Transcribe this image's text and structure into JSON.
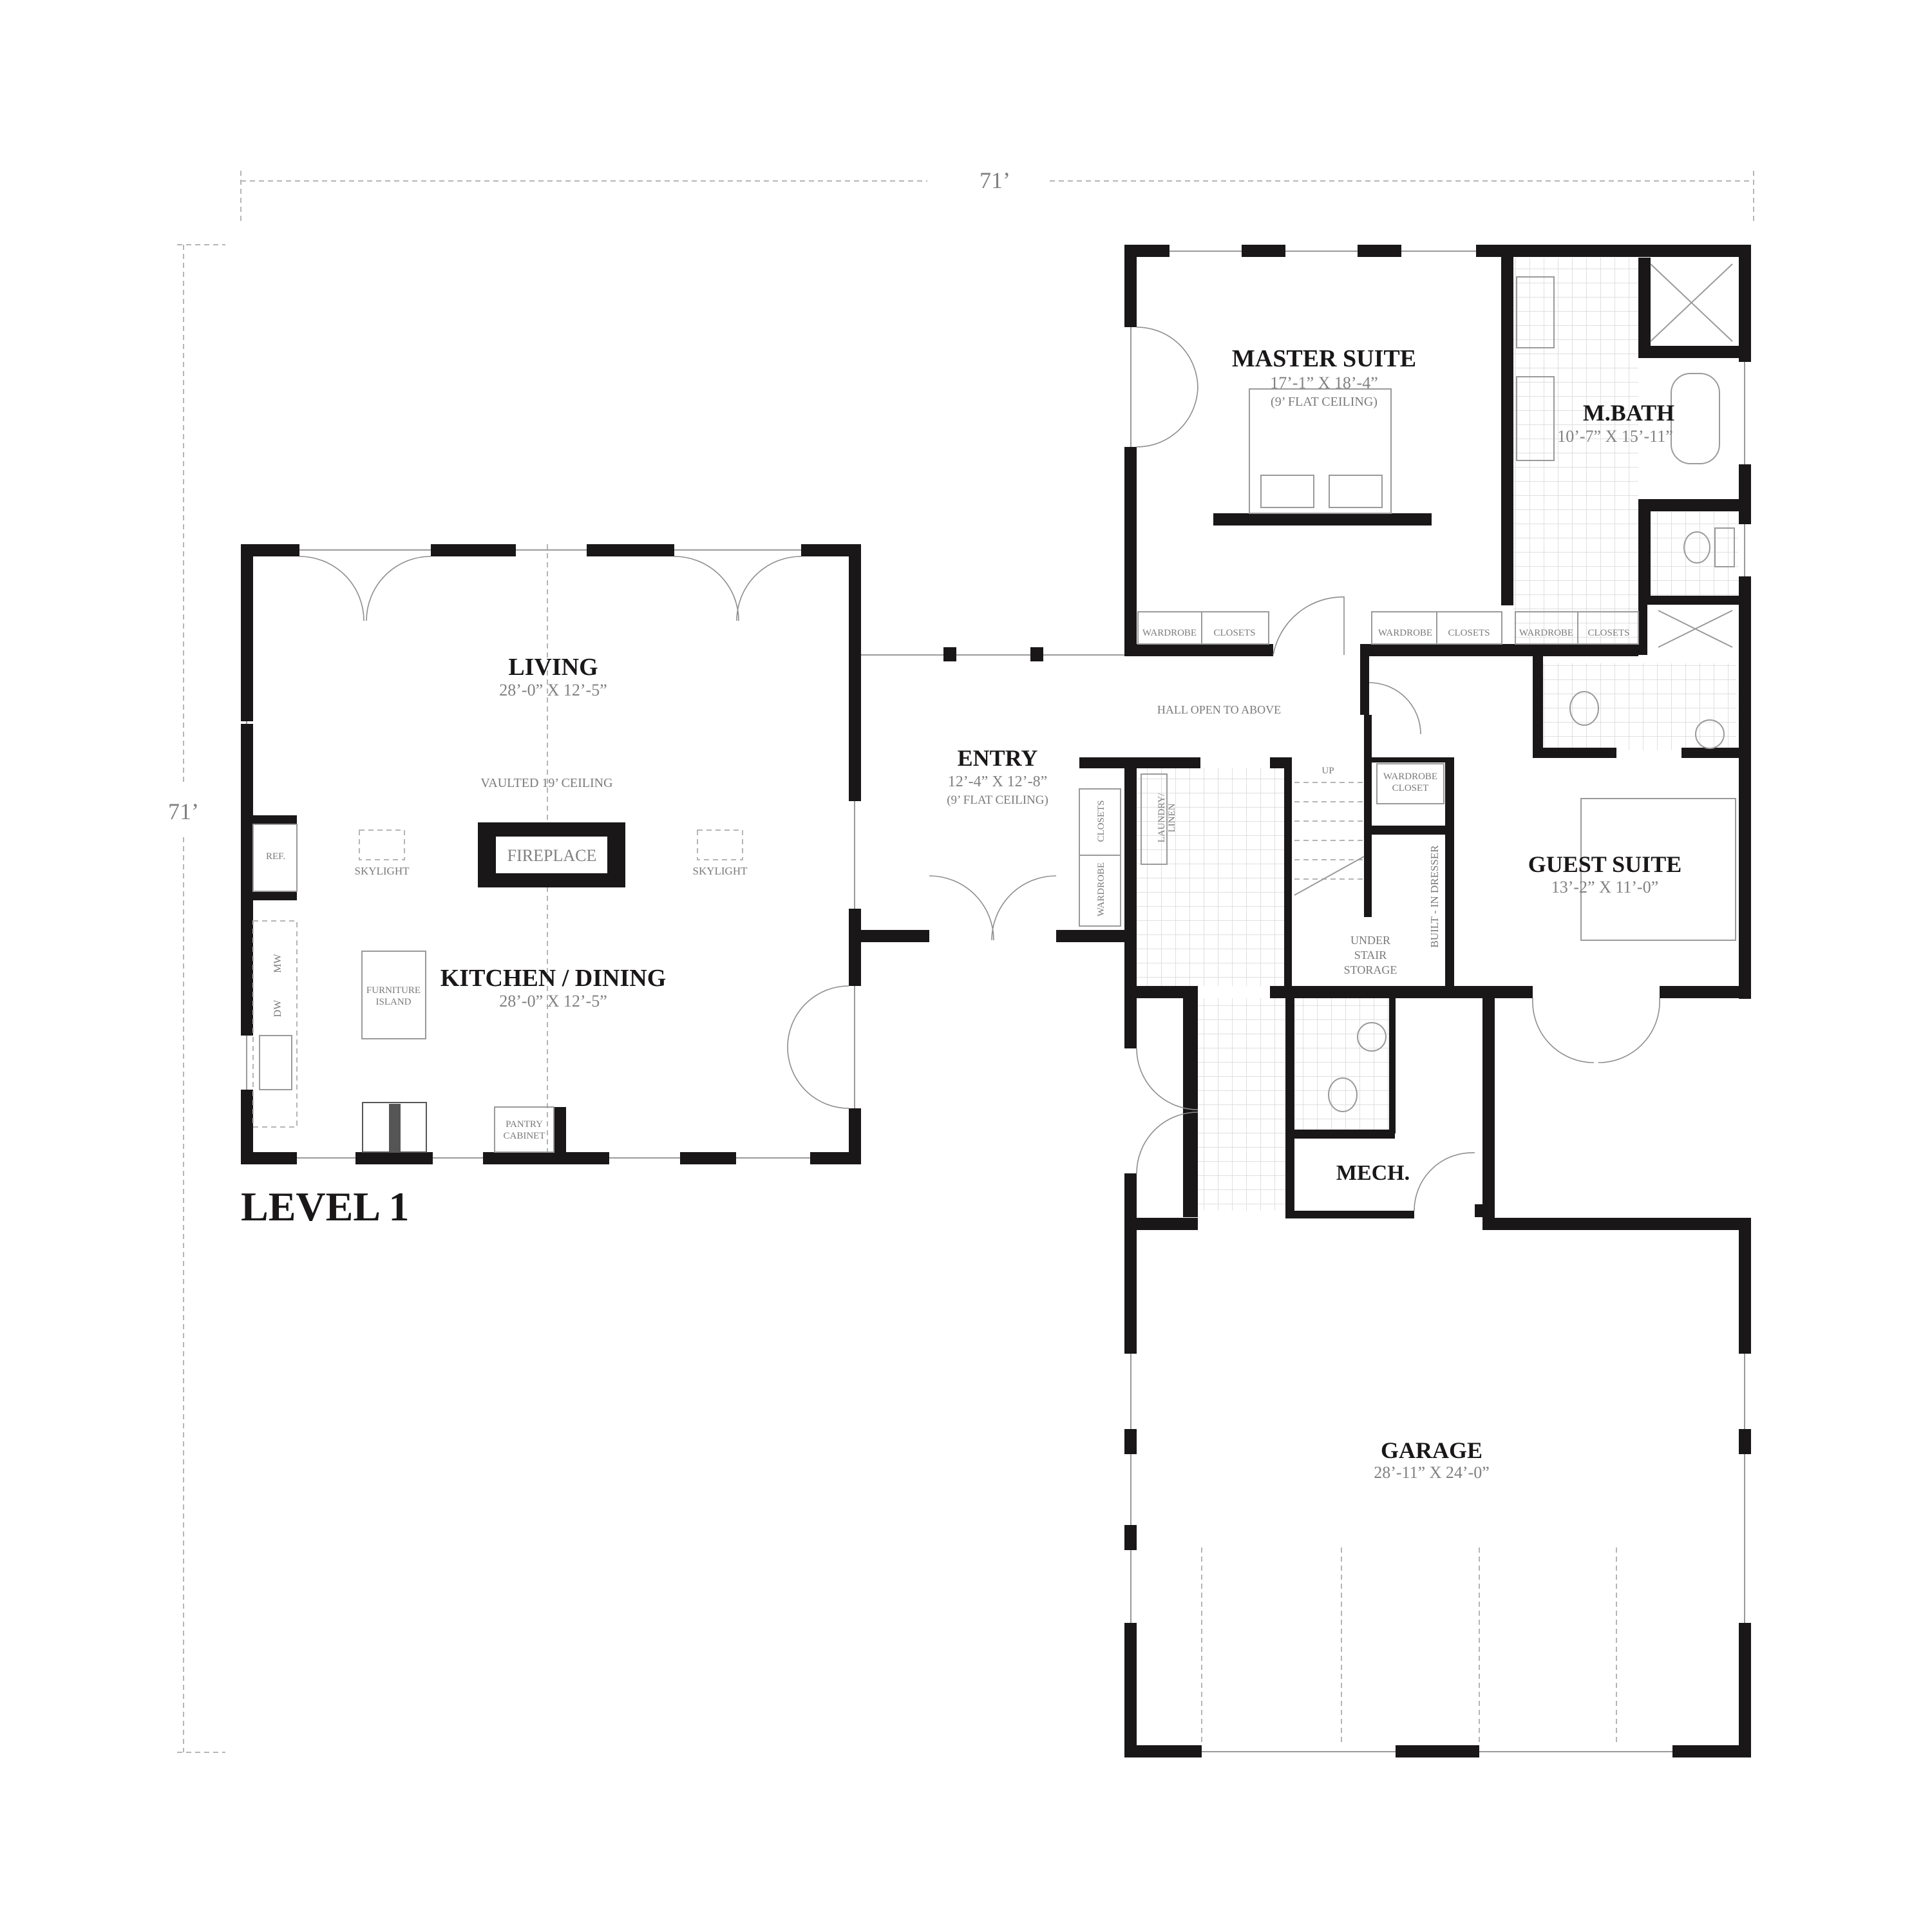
{
  "plan": {
    "level_label": "LEVEL 1",
    "overall_width": "71’",
    "overall_depth": "71’"
  },
  "rooms": {
    "living": {
      "name": "LIVING",
      "dims": "28’-0” X 12’-5”"
    },
    "vaulted": "VAULTED  19’  CEILING",
    "fireplace": "FIREPLACE",
    "skylight_left": "SKYLIGHT",
    "skylight_right": "SKYLIGHT",
    "ref": "REF.",
    "mw": "MW",
    "dw": "DW",
    "island": [
      "FURNITURE",
      "ISLAND"
    ],
    "kitchen": {
      "name": "KITCHEN / DINING",
      "dims": "28’-0” X 12’-5”"
    },
    "pantry": [
      "PANTRY",
      "CABINET"
    ],
    "entry": {
      "name": "ENTRY",
      "dims": "12’-4” X 12’-8”",
      "ceiling": "(9’ FLAT CEILING)"
    },
    "hall": "HALL OPEN TO ABOVE",
    "master": {
      "name": "MASTER SUITE",
      "dims": "17’-1” X 18’-4”",
      "ceiling": "(9’ FLAT CEILING)"
    },
    "mbath": {
      "name": "M.BATH",
      "dims": "10’-7” X 15’-11”"
    },
    "closet_units": [
      {
        "wardrobe": "WARDROBE",
        "closets": "CLOSETS"
      },
      {
        "wardrobe": "WARDROBE",
        "closets": "CLOSETS"
      },
      {
        "wardrobe": "WARDROBE",
        "closets": "CLOSETS"
      }
    ],
    "entry_closets": "CLOSETS",
    "entry_wardrobe": "WARDROBE",
    "laundry": [
      "LAUNDRY/",
      "LINEN"
    ],
    "stair_up": "UP",
    "wardrobe_closet": [
      "WARDROBE",
      "CLOSET"
    ],
    "built_in": "BUILT - IN DRESSER",
    "under_stair": [
      "UNDER",
      "STAIR",
      "STORAGE"
    ],
    "guest": {
      "name": "GUEST SUITE",
      "dims": "13’-2” X 11’-0”"
    },
    "mech": "MECH.",
    "garage": {
      "name": "GARAGE",
      "dims": "28’-11” X 24’-0”"
    }
  }
}
